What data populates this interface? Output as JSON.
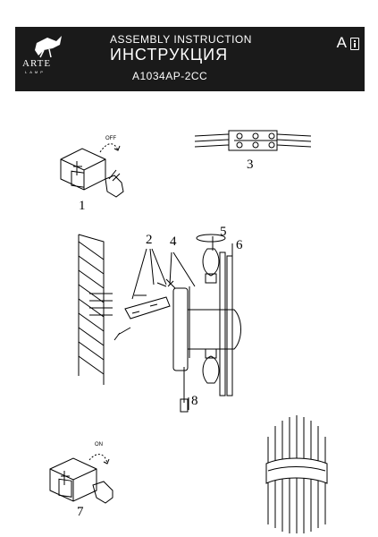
{
  "header": {
    "logo_text": "ARTE",
    "logo_sub": "LAMP",
    "line1": "ASSEMBLY INSTRUCTION",
    "line2": "ИНСТРУКЦИЯ",
    "line3": "A1034AP-2CC",
    "lang": "A"
  },
  "steps": {
    "step1": "1",
    "step3": "3",
    "step7": "7",
    "off_label": "OFF",
    "on_label": "ON"
  },
  "parts": {
    "p2": "2",
    "p4": "4",
    "p5": "5",
    "p6": "6",
    "p8": "8"
  }
}
